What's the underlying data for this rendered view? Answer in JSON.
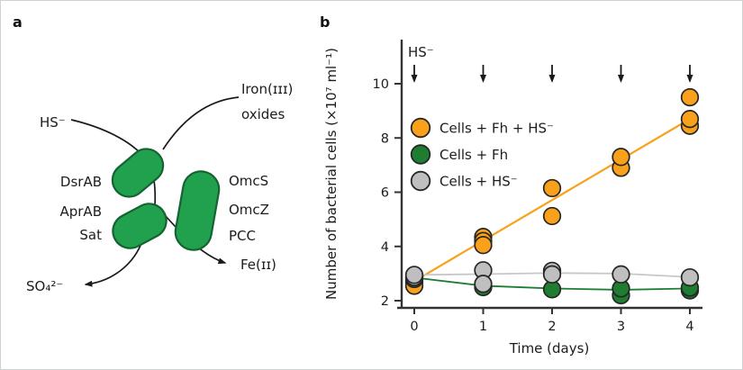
{
  "figure": {
    "background": "#ffffff",
    "border_color": "#cfd2d3"
  },
  "panels": {
    "a": {
      "label": "a",
      "cell_color": "#21A14E",
      "cell_stroke": "#156232",
      "labels": {
        "hs": "HS⁻",
        "iron_line1": "Iron(ɪɪɪ)",
        "iron_line2": "oxides",
        "enzymes_left": [
          "DsrAB",
          "AprAB",
          "Sat"
        ],
        "proteins_right": [
          "OmcS",
          "OmcZ",
          "PCC"
        ],
        "sulfate": "SO₄²⁻",
        "ferrous": "Fe(ɪɪ)"
      }
    },
    "b": {
      "label": "b"
    }
  },
  "chart_data": {
    "type": "scatter",
    "title": "",
    "xlabel": "Time (days)",
    "ylabel": "Number of bacterial cells (×10⁷ ml⁻¹)",
    "x_ticks": [
      0,
      1,
      2,
      3,
      4
    ],
    "y_ticks": [
      2,
      4,
      6,
      8,
      10
    ],
    "xlim": [
      -0.25,
      4.2
    ],
    "ylim": [
      1.75,
      11.6
    ],
    "grid": false,
    "legend_position": "upper-left-inside",
    "axis_color": "#333333",
    "marker_stroke": "#262626",
    "annotation": {
      "label": "HS⁻",
      "arrow_days": [
        0,
        1,
        2,
        3,
        4
      ]
    },
    "series": [
      {
        "name": "Cells + Fh + HS⁻",
        "color": "#F9A11B",
        "line_width": 2.2,
        "fit_line": [
          [
            0.12,
            2.9
          ],
          [
            4.0,
            8.7
          ]
        ],
        "points": [
          [
            0,
            2.68
          ],
          [
            0,
            2.55
          ],
          [
            1,
            4.35
          ],
          [
            1,
            4.2
          ],
          [
            1,
            4.05
          ],
          [
            2,
            6.15
          ],
          [
            2,
            5.12
          ],
          [
            3,
            6.9
          ],
          [
            3,
            7.3
          ],
          [
            4,
            8.45
          ],
          [
            4,
            8.7
          ],
          [
            4,
            9.5
          ]
        ]
      },
      {
        "name": "Cells + Fh",
        "color": "#1E7D31",
        "line_width": 1.8,
        "line": [
          [
            0,
            2.85
          ],
          [
            1,
            2.55
          ],
          [
            2,
            2.45
          ],
          [
            3,
            2.4
          ],
          [
            4,
            2.45
          ]
        ],
        "points": [
          [
            0,
            2.8
          ],
          [
            1,
            2.5
          ],
          [
            2,
            2.42
          ],
          [
            3,
            2.2
          ],
          [
            3,
            2.45
          ],
          [
            4,
            2.38
          ],
          [
            4,
            2.48
          ]
        ]
      },
      {
        "name": "Cells + HS⁻",
        "color": "#BFBFBF",
        "line_color": "#C7C7C7",
        "line_width": 1.8,
        "line": [
          [
            0,
            2.95
          ],
          [
            1,
            2.98
          ],
          [
            2,
            3.02
          ],
          [
            3,
            3.0
          ],
          [
            4,
            2.87
          ]
        ],
        "points": [
          [
            0,
            2.87
          ],
          [
            0,
            2.95
          ],
          [
            1,
            3.12
          ],
          [
            1,
            2.62
          ],
          [
            2,
            3.1
          ],
          [
            2,
            2.97
          ],
          [
            3,
            2.97
          ],
          [
            4,
            2.86
          ]
        ]
      }
    ]
  }
}
